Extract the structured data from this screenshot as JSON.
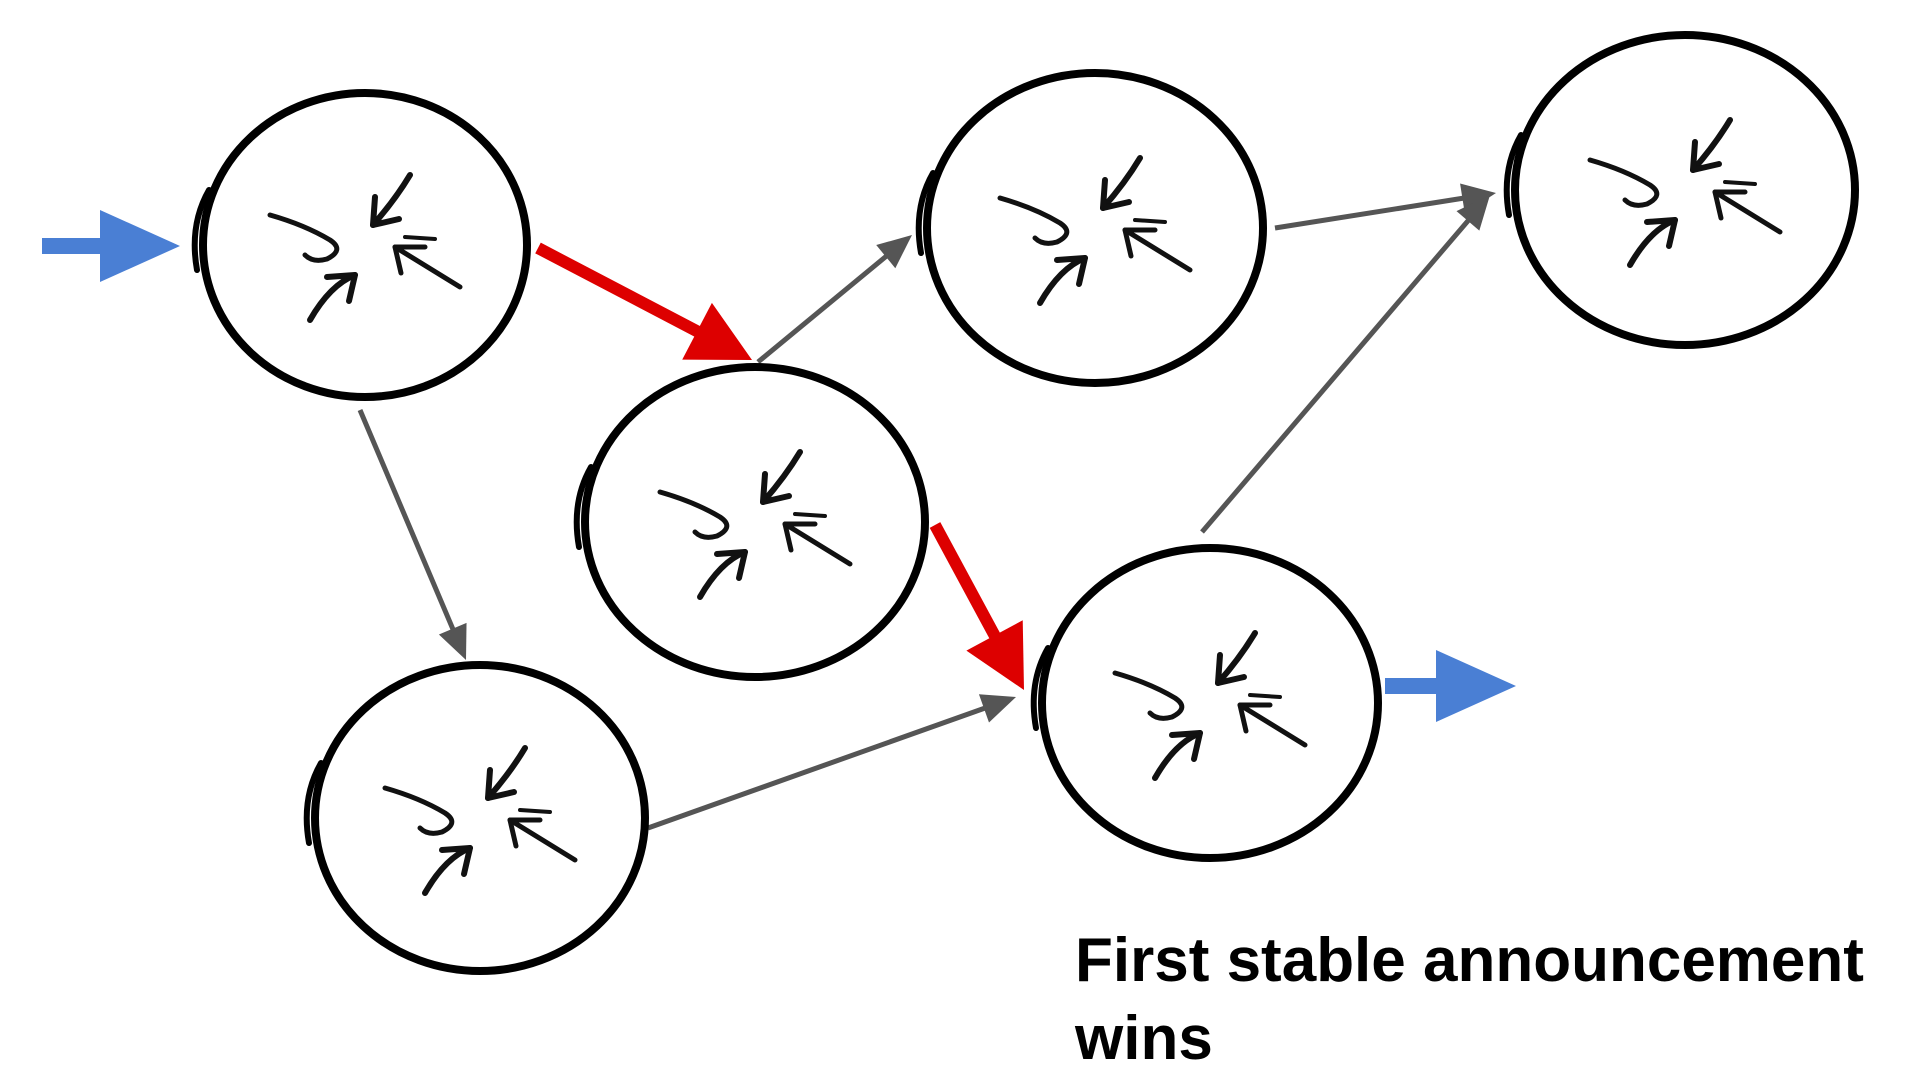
{
  "caption": "First stable announcement wins",
  "colors": {
    "router_outline": "#000000",
    "router_icon": "#111111",
    "link": "#555555",
    "selected_path": "#dd0000",
    "external": "#4a7fd4"
  },
  "node_icon": "router-icon",
  "nodes": [
    {
      "id": "r1"
    },
    {
      "id": "r2"
    },
    {
      "id": "r3"
    },
    {
      "id": "r4"
    },
    {
      "id": "r5"
    },
    {
      "id": "r6"
    }
  ],
  "links": [
    {
      "from": "in",
      "to": "r1",
      "kind": "external"
    },
    {
      "from": "r1",
      "to": "r3",
      "kind": "selected"
    },
    {
      "from": "r3",
      "to": "r6",
      "kind": "selected"
    },
    {
      "from": "r1",
      "to": "r5",
      "kind": "normal"
    },
    {
      "from": "r3",
      "to": "r2",
      "kind": "normal"
    },
    {
      "from": "r2",
      "to": "r4",
      "kind": "normal"
    },
    {
      "from": "r5",
      "to": "r6",
      "kind": "normal"
    },
    {
      "from": "r6",
      "to": "r4",
      "kind": "normal"
    },
    {
      "from": "r6",
      "to": "out",
      "kind": "external"
    }
  ]
}
